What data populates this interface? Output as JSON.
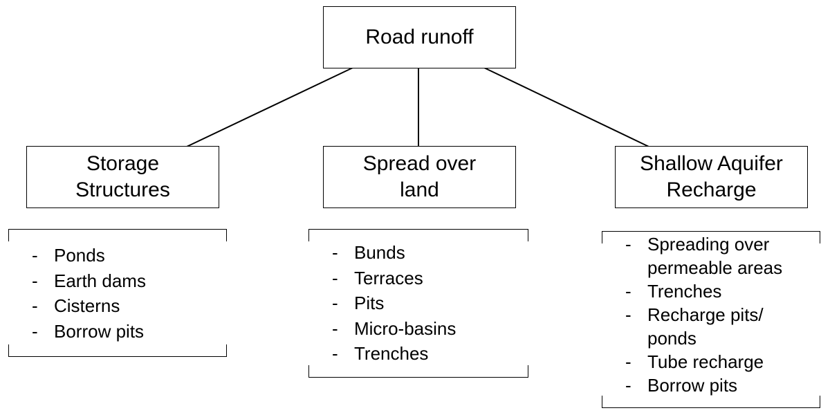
{
  "root": {
    "label": "Road runoff"
  },
  "categories": [
    {
      "label": "Storage\nStructures",
      "items": [
        "Ponds",
        "Earth dams",
        "Cisterns",
        "Borrow pits"
      ]
    },
    {
      "label": "Spread over\nland",
      "items": [
        "Bunds",
        "Terraces",
        "Pits",
        "Micro-basins",
        "Trenches"
      ]
    },
    {
      "label": "Shallow Aquifer\nRecharge",
      "items": [
        "Spreading over permeable areas",
        "Trenches",
        "Recharge pits/ ponds",
        "Tube recharge",
        "Borrow pits"
      ]
    }
  ],
  "bullet": "-"
}
